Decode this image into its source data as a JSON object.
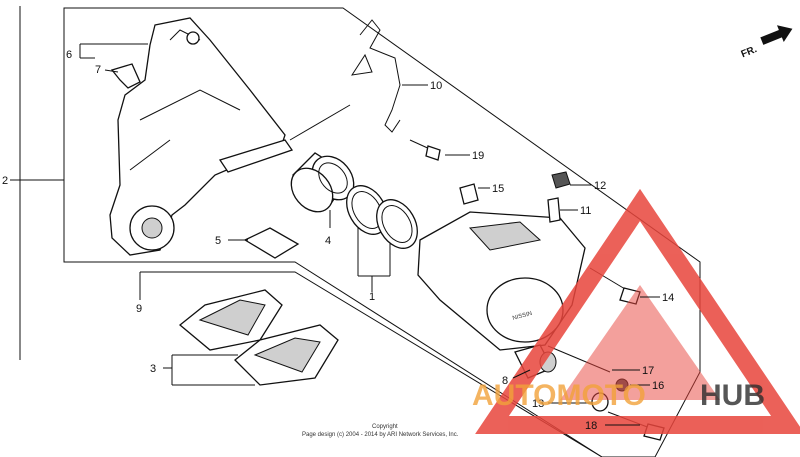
{
  "direction": {
    "label": "FR."
  },
  "callouts": [
    {
      "id": "c1",
      "text": "1"
    },
    {
      "id": "c2",
      "text": "2"
    },
    {
      "id": "c3",
      "text": "3"
    },
    {
      "id": "c4",
      "text": "4"
    },
    {
      "id": "c5",
      "text": "5"
    },
    {
      "id": "c6",
      "text": "6"
    },
    {
      "id": "c7",
      "text": "7"
    },
    {
      "id": "c8",
      "text": "8"
    },
    {
      "id": "c9",
      "text": "9"
    },
    {
      "id": "c10",
      "text": "10"
    },
    {
      "id": "c11",
      "text": "11"
    },
    {
      "id": "c12",
      "text": "12"
    },
    {
      "id": "c13",
      "text": "13"
    },
    {
      "id": "c14",
      "text": "14"
    },
    {
      "id": "c15",
      "text": "15"
    },
    {
      "id": "c16",
      "text": "16"
    },
    {
      "id": "c17",
      "text": "17"
    },
    {
      "id": "c18",
      "text": "18"
    },
    {
      "id": "c19",
      "text": "19"
    }
  ],
  "copyright": {
    "line1": "Copyright",
    "line2": "Page design (c) 2004 - 2014 by ARI Network Services, Inc."
  },
  "watermark": {
    "text_a": "AUTOMOTO",
    "text_b": "HUB",
    "color_a": "#f2a23a",
    "color_b": "#2d2d2d",
    "triangle_color": "#e8453c"
  }
}
